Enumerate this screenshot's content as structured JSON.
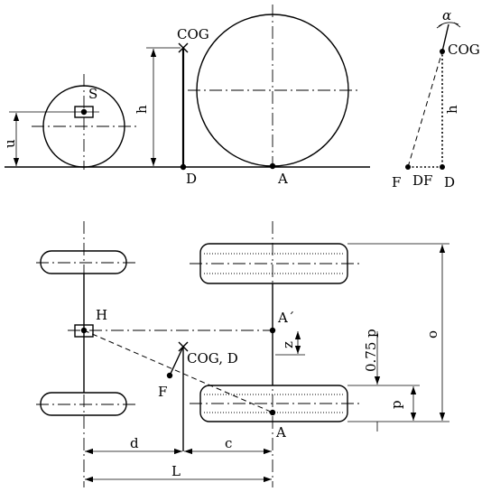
{
  "labels": {
    "cog_side": "COG",
    "s": "S",
    "u": "u",
    "h_side": "h",
    "d_side": "D",
    "a_side": "A",
    "alpha": "α",
    "cog_tilt": "COG",
    "h_tilt": "h",
    "f_tilt": "F",
    "df": "DF",
    "d_tilt": "D",
    "h_plan": "H",
    "a_prime": "A´",
    "z": "z",
    "p075": "0.75 p",
    "o": "o",
    "cog_d": "COG, D",
    "f_plan": "F",
    "p": "p",
    "a_plan": "A",
    "d_dim": "d",
    "c_dim": "c",
    "l_dim": "L"
  }
}
